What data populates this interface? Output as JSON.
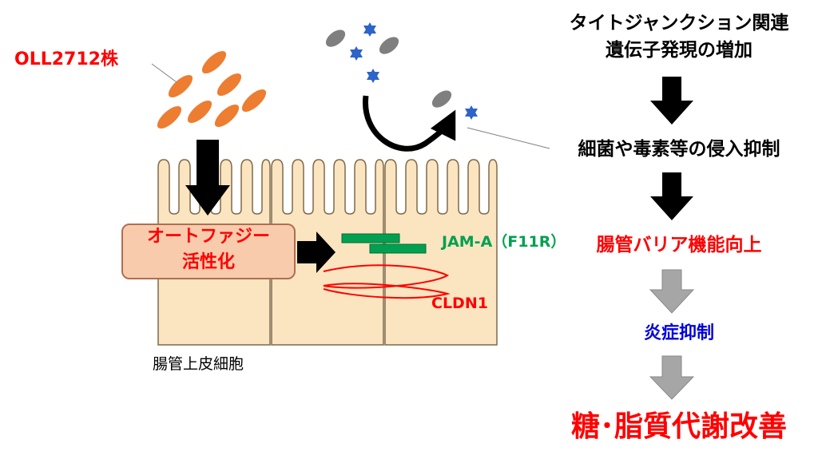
{
  "strain_label": "OLL2712株",
  "autophagy": {
    "line1": "オートファジー",
    "line2": "活性化"
  },
  "jam_label": "JAM-A（F11R）",
  "cldn_label": "CLDN1",
  "cells_label": "腸管上皮細胞",
  "flow": {
    "step1_line1": "タイトジャンクション関連",
    "step1_line2": "遺伝子発現の増加",
    "step2": "細菌や毒素等の侵入抑制",
    "step3": "腸管バリア機能向上",
    "step4": "炎症抑制",
    "step5": "糖･脂質代謝改善"
  },
  "colors": {
    "bacteria": "#ed7d31",
    "cell_fill": "#fbe5c0",
    "cell_stroke": "#7f6a4a",
    "autophagy_fill": "#f8cbad",
    "jam_green": "#00a050",
    "cldn_red": "#ff0000",
    "toxin_gray": "#7f7f7f",
    "toxin_star": "#2e64c8",
    "arrow_black": "#000000",
    "arrow_gray": "#a6a6a6",
    "blue_text": "#0000dd"
  },
  "icons": [
    "bacteria-ellipse-icon",
    "toxin-star-icon",
    "down-arrow-icon",
    "right-arrow-icon",
    "curved-arrow-icon"
  ]
}
